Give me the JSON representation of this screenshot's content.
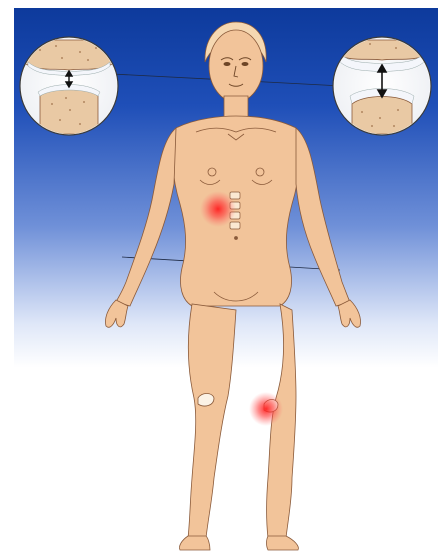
{
  "figure": {
    "subject": "female-body-front",
    "icons": [
      "joint-inset-icon",
      "pain-spot-icon"
    ],
    "colors": {
      "sky_top": "#0d3a9c",
      "sky_mid": "#5f82d0",
      "sky_low": "#dfe7f8",
      "skin": "#f2c49a",
      "skin_shadow": "#d9a273",
      "outline": "#8a5a3a",
      "pain": "#ff1e1e",
      "bone": "#e9c9a4",
      "cartilage": "#f4f6fb"
    },
    "insets": [
      {
        "name": "joint-inset-left",
        "joint_space": "narrow"
      },
      {
        "name": "joint-inset-right",
        "joint_space": "wide"
      }
    ],
    "pain_spots": [
      "lower-thoracic-spine",
      "right-knee"
    ]
  }
}
